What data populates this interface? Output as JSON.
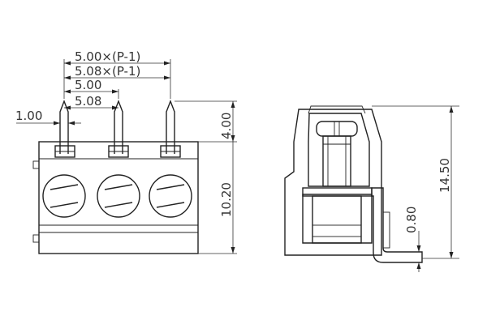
{
  "dimensions": {
    "pitch_formula_a": "5.00×(P-1)",
    "pitch_formula_b": "5.08×(P-1)",
    "pitch_a": "5.00",
    "pitch_b": "5.08",
    "pin_width": "1.00",
    "pin_length": "4.00",
    "body_height": "10.20",
    "total_height": "14.50",
    "lead_thickness": "0.80"
  },
  "colors": {
    "line": "#222222",
    "background": "#ffffff"
  }
}
